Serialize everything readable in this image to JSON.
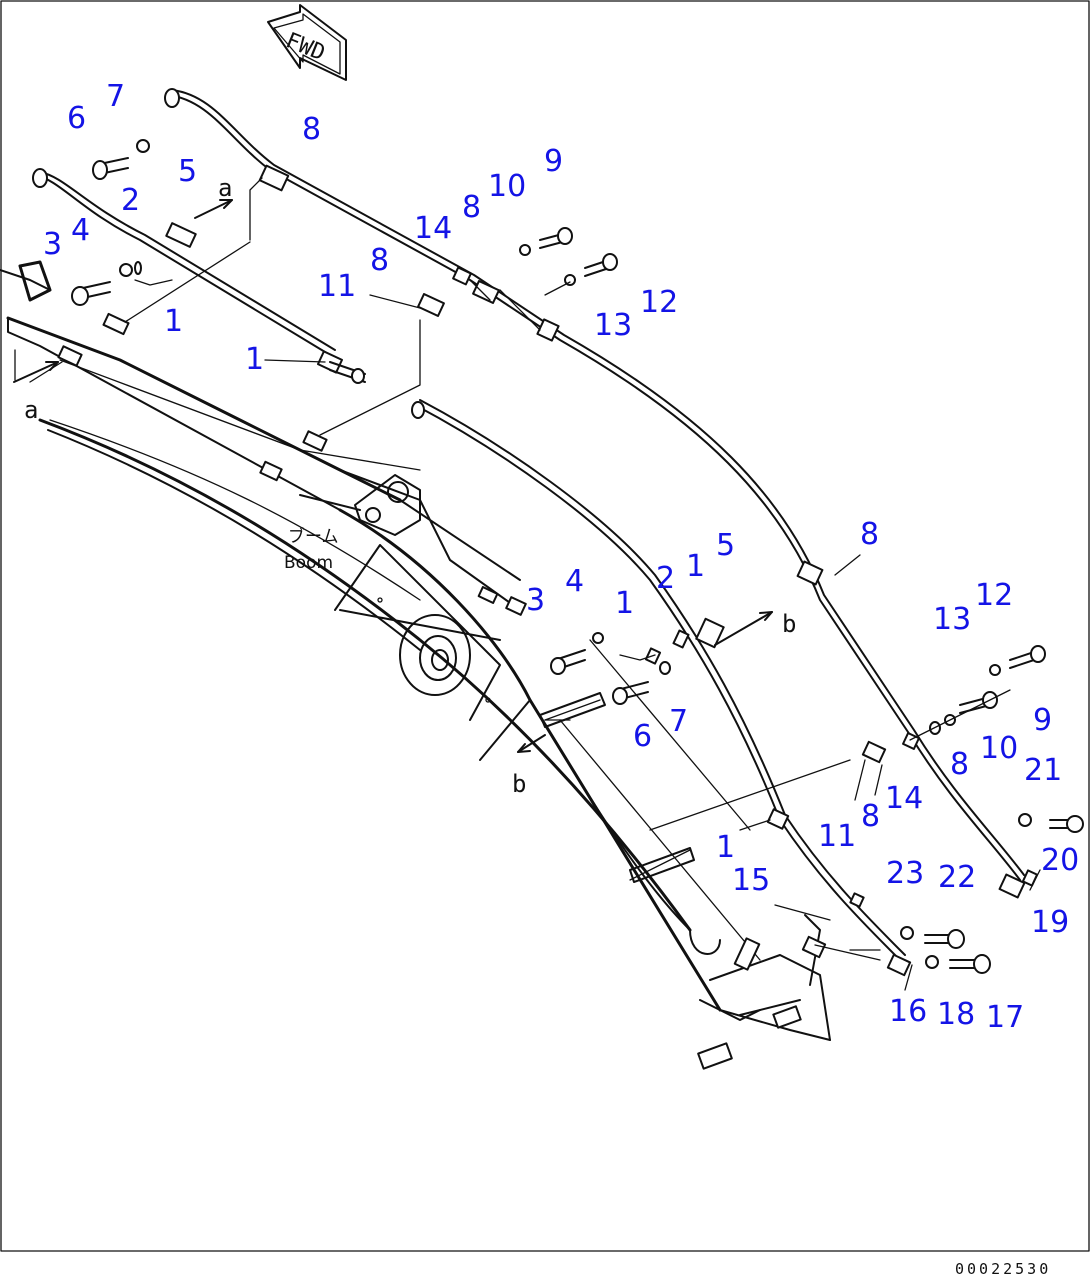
{
  "fwd_label": "FWD",
  "boom_jp": "ブーム",
  "boom_en": "Boom",
  "ref_a": "a",
  "ref_b": "b",
  "drawing_code": "00022530",
  "callouts": [
    {
      "text": "7"
    },
    {
      "text": "6"
    },
    {
      "text": "8"
    },
    {
      "text": "5"
    },
    {
      "text": "2"
    },
    {
      "text": "4"
    },
    {
      "text": "3"
    },
    {
      "text": "1"
    },
    {
      "text": "1"
    },
    {
      "text": "9"
    },
    {
      "text": "10"
    },
    {
      "text": "14"
    },
    {
      "text": "8"
    },
    {
      "text": "8"
    },
    {
      "text": "11"
    },
    {
      "text": "12"
    },
    {
      "text": "13"
    },
    {
      "text": "8"
    },
    {
      "text": "5"
    },
    {
      "text": "2"
    },
    {
      "text": "1"
    },
    {
      "text": "4"
    },
    {
      "text": "3"
    },
    {
      "text": "1"
    },
    {
      "text": "7"
    },
    {
      "text": "6"
    },
    {
      "text": "12"
    },
    {
      "text": "13"
    },
    {
      "text": "9"
    },
    {
      "text": "10"
    },
    {
      "text": "8"
    },
    {
      "text": "14"
    },
    {
      "text": "8"
    },
    {
      "text": "11"
    },
    {
      "text": "1"
    },
    {
      "text": "21"
    },
    {
      "text": "20"
    },
    {
      "text": "19"
    },
    {
      "text": "15"
    },
    {
      "text": "23"
    },
    {
      "text": "22"
    },
    {
      "text": "16"
    },
    {
      "text": "18"
    },
    {
      "text": "17"
    }
  ]
}
